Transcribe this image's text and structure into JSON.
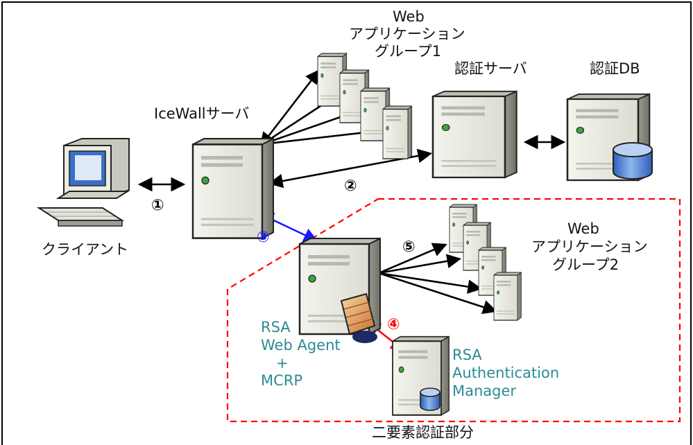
{
  "colors": {
    "accent_teal": "#2a8c92",
    "step3_blue": "#1a1aff",
    "step4_red": "#ff0000",
    "dashed_region": "#ff0000"
  },
  "labels": {
    "web_group1_line1": "Web",
    "web_group1_line2": "アプリケーション",
    "web_group1_line3": "グループ1",
    "auth_server": "認証サーバ",
    "auth_db": "認証DB",
    "icewall_server": "IceWallサーバ",
    "client": "クライアント",
    "web_group2_line1": "Web",
    "web_group2_line2": "アプリケーション",
    "web_group2_line3": "グループ2",
    "rsa_agent_line1": "RSA",
    "rsa_agent_line2": "Web Agent",
    "rsa_agent_line3": "+",
    "rsa_agent_line4": "MCRP",
    "rsa_am_line1": "RSA",
    "rsa_am_line2": "Authentication",
    "rsa_am_line3": "Manager",
    "two_factor_region": "二要素認証部分"
  },
  "steps": {
    "s1": "①",
    "s2": "②",
    "s3": "③",
    "s4": "④",
    "s5": "⑤"
  },
  "icons": [
    "client-pc-icon",
    "icewall-server-icon",
    "auth-server-icon",
    "auth-db-icon",
    "web-server-icon",
    "rsa-agent-server-icon",
    "firewall-icon",
    "rsa-am-server-icon"
  ]
}
